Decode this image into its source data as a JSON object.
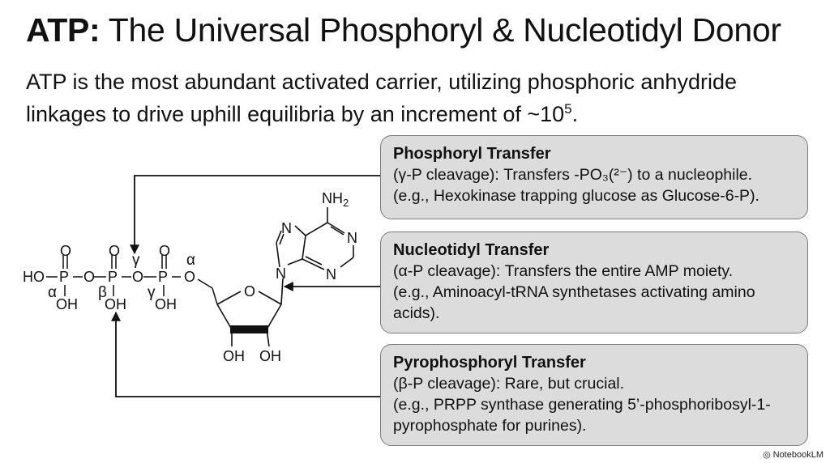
{
  "title": {
    "bold": "ATP:",
    "rest": " The Universal Phosphoryl & Nucleotidyl Donor"
  },
  "subtitle": {
    "text": "ATP is the most abundant activated carrier, utilizing phosphoric anhydride linkages to drive uphill equilibria by an increment of ~10",
    "exponent": "5",
    "end": "."
  },
  "molecule": {
    "phosphate_chain": {
      "ho": "HO",
      "p": "P",
      "o": "O",
      "oh": "OH",
      "alpha": "α",
      "beta": "β",
      "gamma": "γ"
    },
    "adenine": {
      "nh2": "NH",
      "nh2_sub": "2",
      "n": "N"
    },
    "ribose": {
      "o": "O",
      "oh": "OH"
    }
  },
  "boxes": [
    {
      "heading": "Phosphoryl Transfer",
      "lines": [
        "(γ-P cleavage): Transfers -PO₃(²⁻) to a nucleophile.",
        "(e.g., Hexokinase trapping glucose as Glucose-6-P)."
      ]
    },
    {
      "heading": "Nucleotidyl Transfer",
      "lines": [
        "(α-P cleavage): Transfers the entire AMP moiety.",
        "(e.g., Aminoacyl-tRNA synthetases activating amino acids)."
      ]
    },
    {
      "heading": "Pyrophosphoryl Transfer",
      "lines": [
        "(β-P cleavage): Rare, but crucial.",
        "(e.g., PRPP synthase generating 5’-phosphoribosyl-1-pyrophosphate for purines)."
      ]
    }
  ],
  "brand": "NotebookLM"
}
